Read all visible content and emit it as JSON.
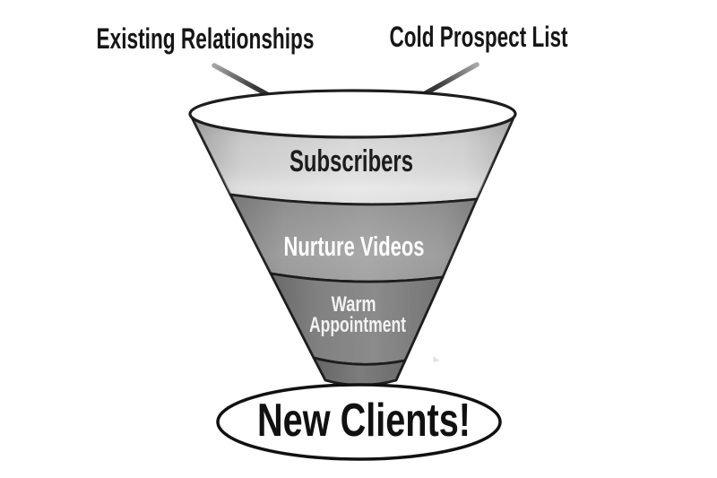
{
  "labels": {
    "input_left": "Existing Relationships",
    "input_right": "Cold Prospect List"
  },
  "arrows": {
    "left_icon": "down-right-arrow",
    "right_icon": "down-left-arrow"
  },
  "funnel": {
    "sections": [
      {
        "label": "Subscribers",
        "lines": [
          "Subscribers"
        ],
        "fill": "#d6d6d6",
        "text_color": "#1c1c1c"
      },
      {
        "label": "Nurture Videos",
        "lines": [
          "Nurture Videos"
        ],
        "fill": "#9b9b9b",
        "text_color": "#ffffff"
      },
      {
        "label": "Warm Appointment",
        "lines": [
          "Warm",
          "Appointment"
        ],
        "fill": "#858585",
        "text_color": "#f2f2f2"
      }
    ],
    "stem_fill": "#757575",
    "mouth_fill": "#ffffff"
  },
  "output": {
    "label": "New Clients!",
    "fill": "#ffffff",
    "text_color": "#111111"
  },
  "colors": {
    "background": "#ffffff",
    "outline": "#1d1d1d",
    "arrow_head": "#111111",
    "arrow_tail": "#a0a0a0"
  }
}
